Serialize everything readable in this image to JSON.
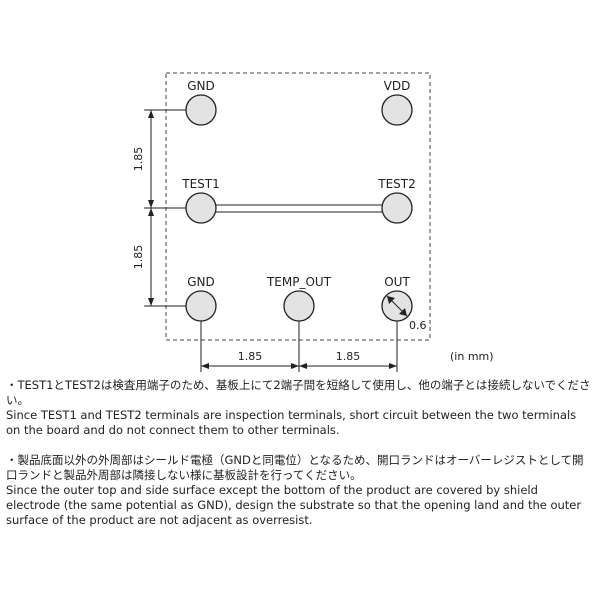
{
  "pads": {
    "gnd_top": "GND",
    "vdd": "VDD",
    "test1": "TEST1",
    "test2": "TEST2",
    "gnd_bottom": "GND",
    "temp_out": "TEMP_OUT",
    "out": "OUT"
  },
  "dimensions": {
    "vertical_upper": "1.85",
    "vertical_lower": "1.85",
    "horizontal_left": "1.85",
    "horizontal_right": "1.85",
    "pad_diameter": "0.6",
    "unit": "(in mm)"
  },
  "notes": [
    {
      "ja": "・TEST1とTEST2は検査用端子のため、基板上にて2端子間を短絡して使用し、他の端子とは接続しないでください。",
      "en": "Since TEST1 and TEST2 terminals are inspection terminals, short circuit between the two terminals on the board and do not connect them to other terminals."
    },
    {
      "ja": "・製品底面以外の外周部はシールド電極（GNDと同電位）となるため、開口ランドはオーバーレジストとして開口ランドと製品外周部は隣接しない様に基板設計を行ってください。",
      "en": "Since the outer top and side surface except the bottom of the product are covered by shield electrode (the same potential as GND), design the substrate so that the opening land and the outer surface of the product are not adjacent as overresist."
    }
  ],
  "colors": {
    "pad_fill": "#e3e3e3",
    "stroke": "#222222"
  }
}
